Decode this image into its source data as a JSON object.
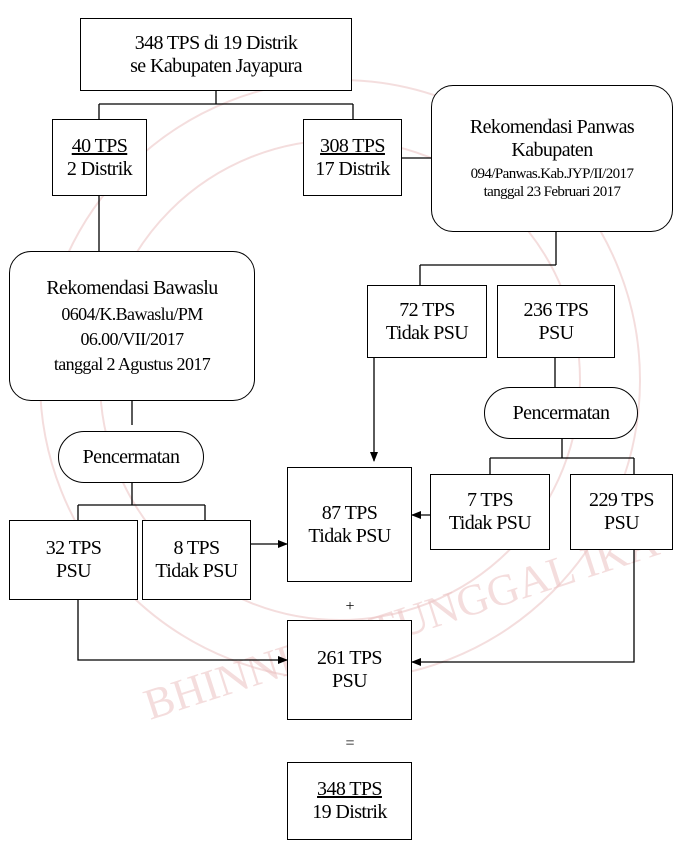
{
  "top": {
    "line1": "348 TPS di 19 Distrik",
    "line2": "se Kabupaten Jayapura"
  },
  "left_branch": {
    "tps": "40 TPS",
    "distrik": "2 Distrik"
  },
  "right_branch": {
    "tps": "308 TPS",
    "distrik": "17 Distrik"
  },
  "rekom_panwas": {
    "title1": "Rekomendasi Panwas",
    "title2": "Kabupaten",
    "nomor": "094/Panwas.Kab.JYP/II/2017",
    "tanggal": "tanggal 23 Februari 2017"
  },
  "rekom_bawaslu": {
    "title": "Rekomendasi Bawaslu",
    "nomor1": "0604/K.Bawaslu/PM",
    "nomor2": "06.00/VII/2017",
    "tanggal": "tanggal 2 Agustus 2017"
  },
  "r_tidak_psu": {
    "tps": "72 TPS",
    "label": "Tidak PSU"
  },
  "r_psu": {
    "tps": "236 TPS",
    "label": "PSU"
  },
  "pencermatan_right": "Pencermatan",
  "pencermatan_left": "Pencermatan",
  "rr_tidak_psu": {
    "tps": "7 TPS",
    "label": "Tidak PSU"
  },
  "rr_psu": {
    "tps": "229 TPS",
    "label": "PSU"
  },
  "l_psu": {
    "tps": "32 TPS",
    "label": "PSU"
  },
  "l_tidak_psu": {
    "tps": "8 TPS",
    "label": "Tidak PSU"
  },
  "total_tidak_psu": {
    "tps": "87 TPS",
    "label": "Tidak PSU"
  },
  "plus": "+",
  "total_psu": {
    "tps": "261 TPS",
    "label": "PSU"
  },
  "equals": "=",
  "final": {
    "tps": "348 TPS",
    "distrik": "19 Distrik"
  },
  "watermark": "BHINNEKA TUNGGAL IKA",
  "colors": {
    "line": "#000000",
    "watermark": "#ecc2c2"
  }
}
